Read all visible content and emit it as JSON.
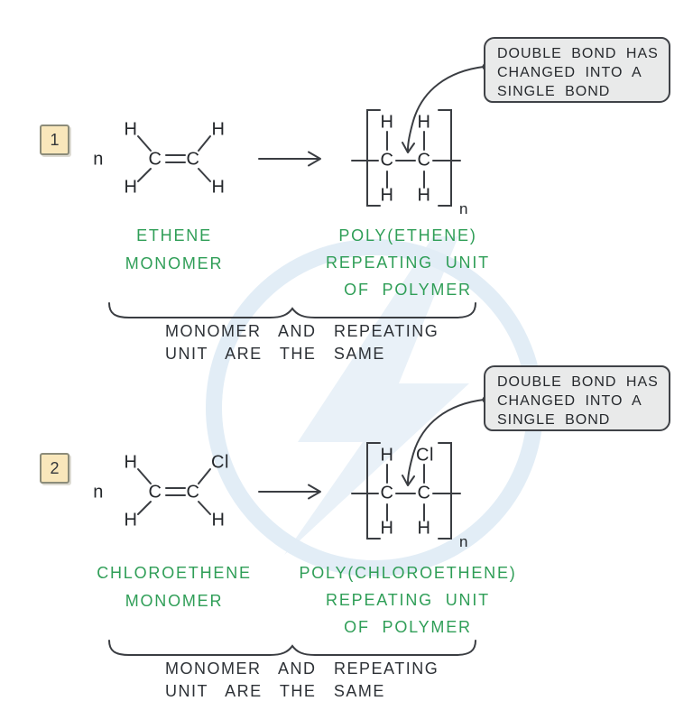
{
  "colors": {
    "label_green": "#2f9e57",
    "ink": "#2b2e33",
    "callout_bg": "#e9eaea",
    "badge_bg": "#f9e7bb",
    "watermark_blue": "#e6eff7"
  },
  "sections": [
    {
      "number": "1",
      "coefficient": "n",
      "monomer": {
        "atoms": {
          "top_left": "H",
          "top_right": "H",
          "bottom_left": "H",
          "bottom_right": "H",
          "left_c": "C",
          "right_c": "C"
        }
      },
      "repeat_unit": {
        "atoms": {
          "top_left": "H",
          "top_right": "H",
          "bottom_left": "H",
          "bottom_right": "H",
          "left_c": "C",
          "right_c": "C"
        },
        "subscript": "n"
      },
      "callout": [
        "DOUBLE BOND HAS",
        "CHANGED INTO A",
        "SINGLE BOND"
      ],
      "monomer_label": [
        "ETHENE",
        "MONOMER"
      ],
      "polymer_label": [
        "POLY(ETHENE)",
        "REPEATING UNIT",
        "OF POLYMER"
      ],
      "note": [
        "MONOMER AND REPEATING",
        "UNIT ARE THE SAME"
      ]
    },
    {
      "number": "2",
      "coefficient": "n",
      "monomer": {
        "atoms": {
          "top_left": "H",
          "top_right": "Cl",
          "bottom_left": "H",
          "bottom_right": "H",
          "left_c": "C",
          "right_c": "C"
        }
      },
      "repeat_unit": {
        "atoms": {
          "top_left": "H",
          "top_right": "Cl",
          "bottom_left": "H",
          "bottom_right": "H",
          "left_c": "C",
          "right_c": "C"
        },
        "subscript": "n"
      },
      "callout": [
        "DOUBLE BOND HAS",
        "CHANGED INTO A",
        "SINGLE BOND"
      ],
      "monomer_label": [
        "CHLOROETHENE",
        "MONOMER"
      ],
      "polymer_label": [
        "POLY(CHLOROETHENE)",
        "REPEATING UNIT",
        "OF POLYMER"
      ],
      "note": [
        "MONOMER AND REPEATING",
        "UNIT ARE THE SAME"
      ]
    }
  ]
}
